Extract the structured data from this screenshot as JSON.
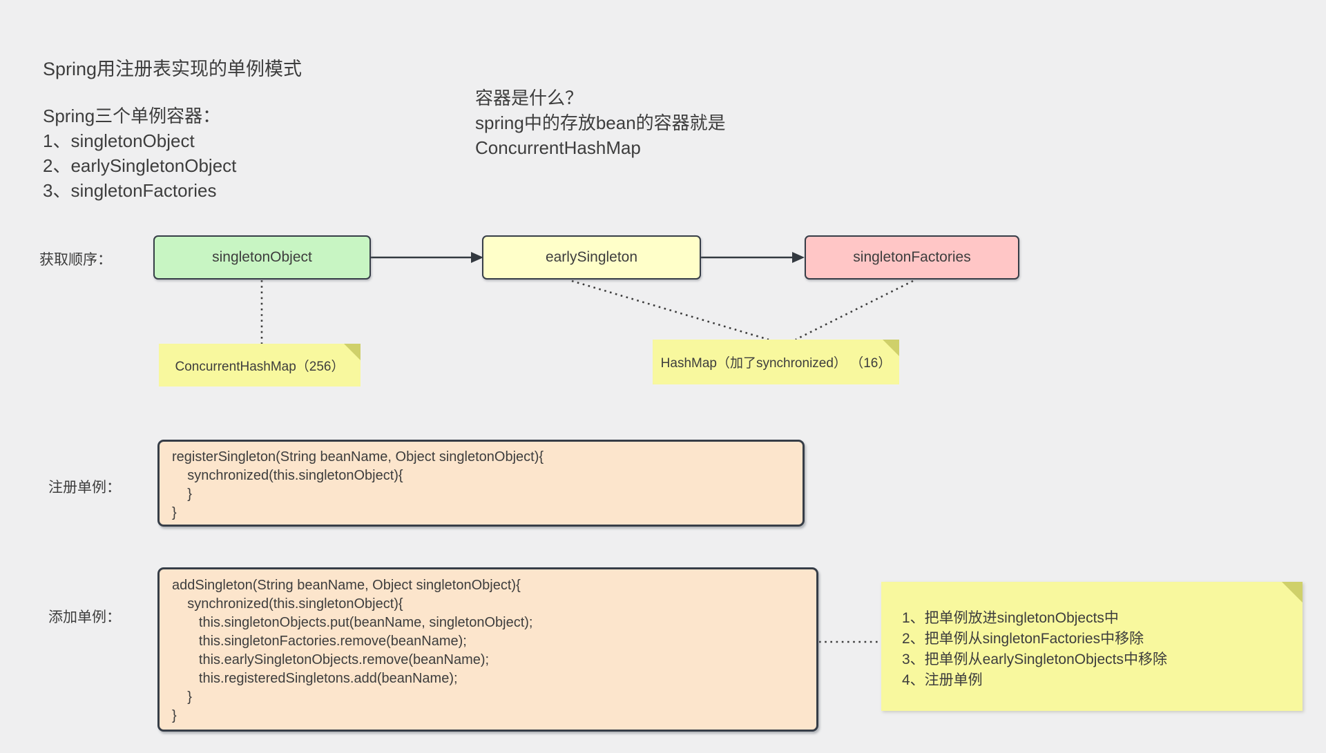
{
  "colors": {
    "background": "#efeff0",
    "text": "#3d3d3d",
    "node_green": "#c8f5c3",
    "node_yellow": "#ffffc9",
    "node_pink": "#ffc6c6",
    "code_box": "#fce5cc",
    "sticky_note": "#f8f89e",
    "sticky_fold": "#cfd06a",
    "border": "#363d47"
  },
  "title": "Spring用注册表实现的单例模式",
  "intro": {
    "heading": "Spring三个单例容器：",
    "items": [
      "1、singletonObject",
      "2、earlySingletonObject",
      "3、singletonFactories"
    ]
  },
  "container_note": {
    "lines": [
      "容器是什么？",
      "spring中的存放bean的容器就是",
      "ConcurrentHashMap"
    ]
  },
  "flow": {
    "label": "获取顺序：",
    "nodes": [
      {
        "label": "singletonObject"
      },
      {
        "label": "earlySingleton"
      },
      {
        "label": "singletonFactories"
      }
    ]
  },
  "sticky_notes": {
    "concurrent_hash_map": "ConcurrentHashMap（256）",
    "hash_map": "HashMap（加了synchronized） （16）",
    "steps": [
      "1、把单例放进singletonObjects中",
      "2、把单例从singletonFactories中移除",
      "3、把单例从earlySingletonObjects中移除",
      "4、注册单例"
    ]
  },
  "register_singleton": {
    "label": "注册单例：",
    "code": [
      "registerSingleton(String beanName, Object singletonObject){",
      "    synchronized(this.singletonObject){",
      "    }",
      "}"
    ]
  },
  "add_singleton": {
    "label": "添加单例：",
    "code": [
      "addSingleton(String beanName, Object singletonObject){",
      "    synchronized(this.singletonObject){",
      "       this.singletonObjects.put(beanName, singletonObject);",
      "       this.singletonFactories.remove(beanName);",
      "       this.earlySingletonObjects.remove(beanName);",
      "       this.registeredSingletons.add(beanName);",
      "    }",
      "}"
    ]
  }
}
